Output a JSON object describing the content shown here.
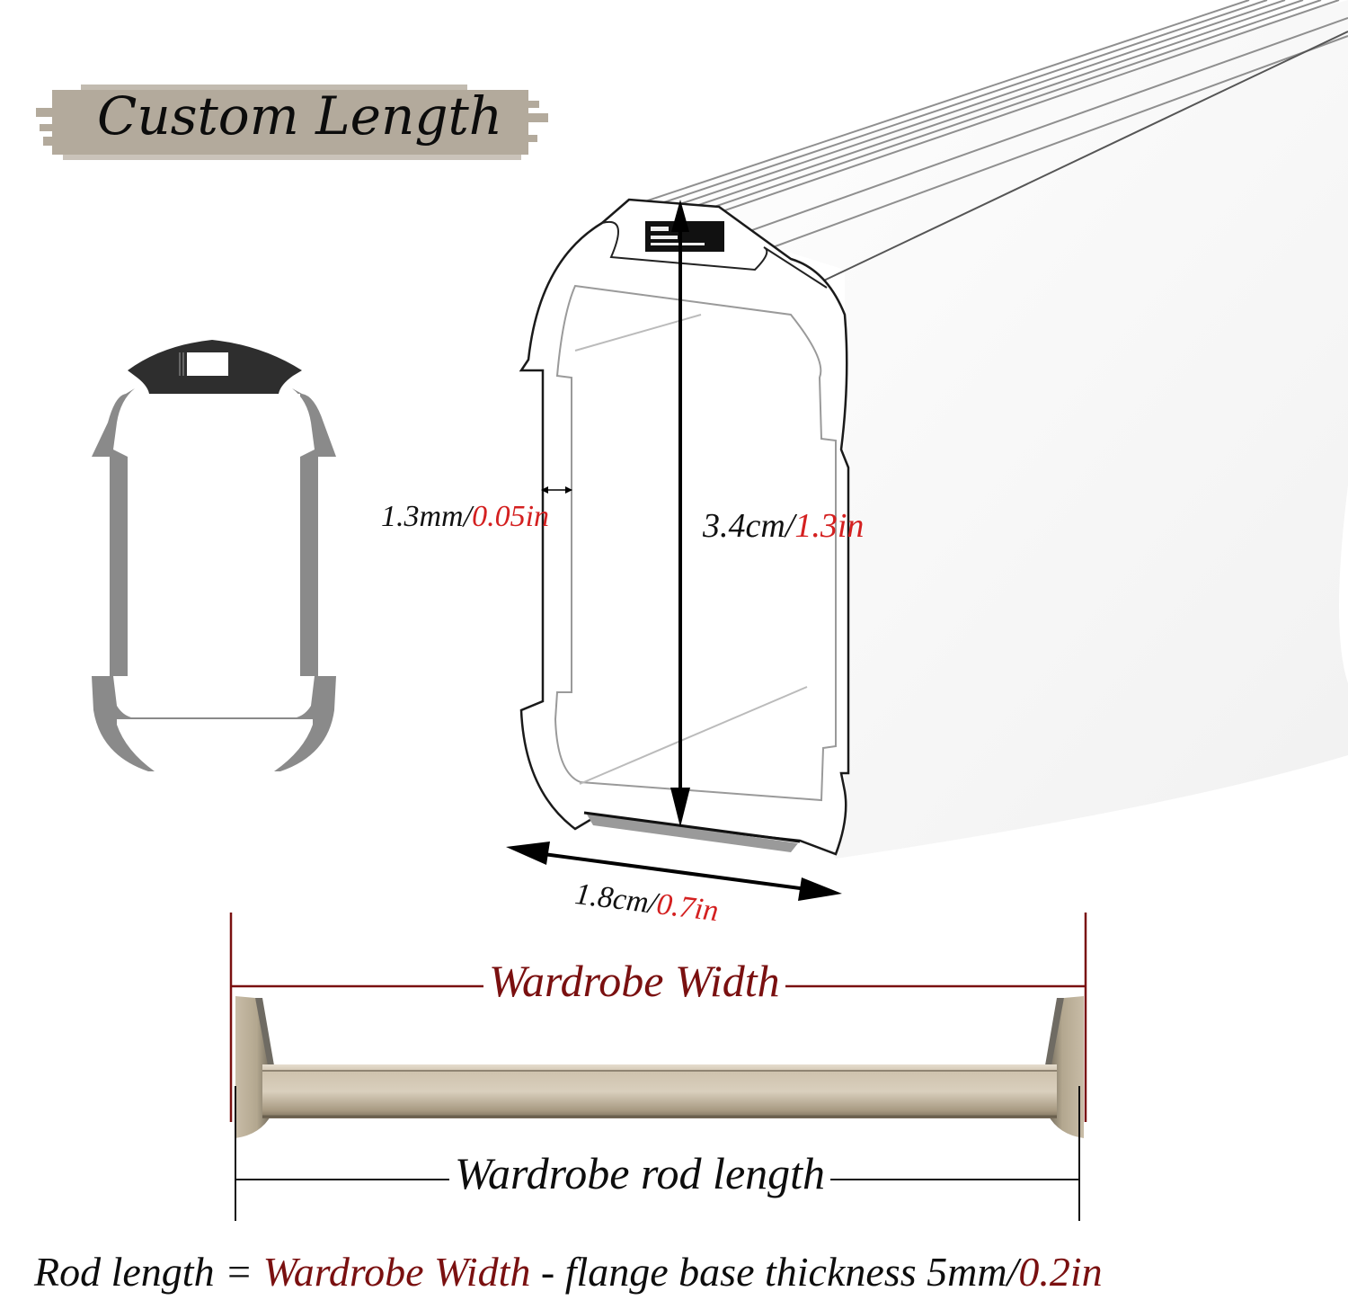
{
  "badge": {
    "text": "Custom Length",
    "bg_color": "#b3aa9c"
  },
  "dimensions": {
    "wall_thickness": {
      "metric": "1.3mm/",
      "imperial": "0.05in"
    },
    "height": {
      "metric": "3.4cm/",
      "imperial": "1.3in"
    },
    "width": {
      "metric": "1.8cm/",
      "imperial": "0.7in"
    }
  },
  "rod_diagram": {
    "wardrobe_width_label": "Wardrobe Width",
    "rod_length_label": "Wardrobe rod length"
  },
  "formula": {
    "part1": "Rod length = ",
    "part2": "Wardrobe Width",
    "part3": " - flange base thickness 5mm/",
    "part4": "0.2in"
  },
  "colors": {
    "imperial_red": "#d42020",
    "maroon": "#7a1010",
    "profile_gray": "#8a8a8a",
    "profile_dark": "#2e2e2e",
    "rod_champagne": "#c9bca6"
  }
}
